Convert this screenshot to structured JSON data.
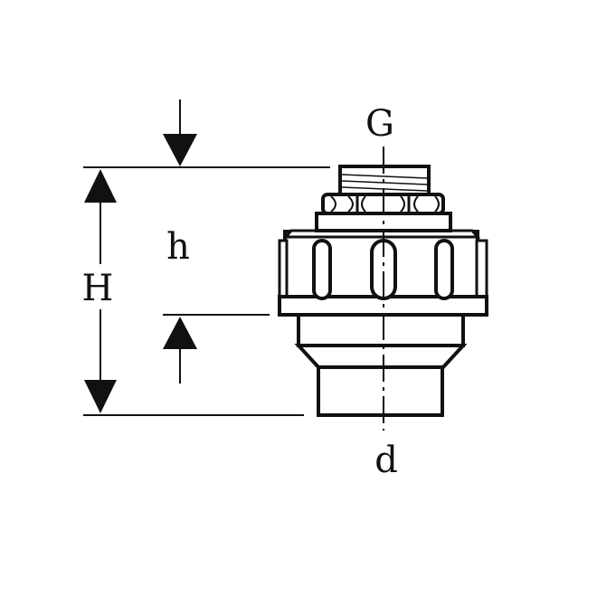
{
  "labels": {
    "G": "G",
    "d": "d",
    "H": "H",
    "h": "h"
  },
  "colors": {
    "line": "#111111",
    "background": "#ffffff"
  }
}
